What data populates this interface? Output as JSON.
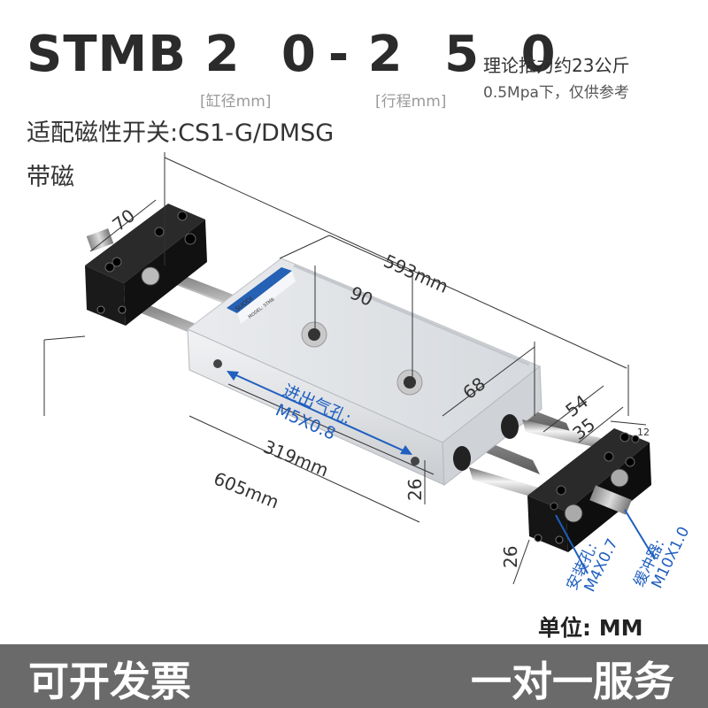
{
  "header": {
    "model_prefix": "STMB",
    "bore": "2 0",
    "dash": "-",
    "stroke": "2 5 0",
    "bore_label": "[缸径mm]",
    "stroke_label": "[行程mm]",
    "thrust_note": "理论推力约23公斤",
    "pressure_note": "0.5Mpa下，仅供参考",
    "switch_text": "适配磁性开关:CS1-G/DMSG",
    "magnetic_text": "带磁"
  },
  "dimensions": {
    "block_width": "70",
    "total_span": "593mm",
    "port_spacing": "90",
    "body_width": "68",
    "block_hole_spacing": "54",
    "rod_spacing": "35",
    "edge": "12",
    "body_length": "319mm",
    "overall_length": "605mm",
    "body_height": "26",
    "block_height": "26"
  },
  "callouts": {
    "port": "进出气孔:\nM5X0.8",
    "port_line1": "进出气孔:",
    "port_line2": "M5X0.8",
    "mount_line1": "安装孔:",
    "mount_line2": "M4X0.7",
    "buffer_line1": "缓冲器:",
    "buffer_line2": "M10X1.0"
  },
  "product": {
    "brand_label": "SUODI",
    "model_plate": "MODEL: STMB"
  },
  "unit": "单位:  MM",
  "footer": {
    "left": "可开发票",
    "right": "一对一服务"
  }
}
